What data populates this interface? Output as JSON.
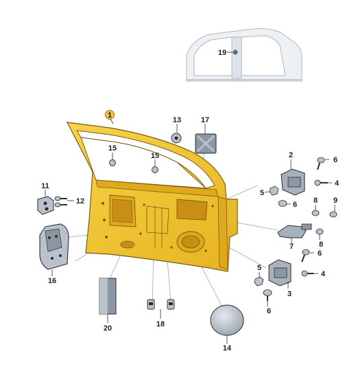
{
  "callouts": {
    "c1": "1",
    "c2": "2",
    "c3": "3",
    "c4a": "4",
    "c4b": "4",
    "c5a": "5",
    "c5b": "5",
    "c6a": "6",
    "c6b": "6",
    "c6c": "6",
    "c6d": "6",
    "c7": "7",
    "c8a": "8",
    "c8b": "8",
    "c9": "9",
    "c11": "11",
    "c12": "12",
    "c13": "13",
    "c14": "14",
    "c15a": "15",
    "c15b": "15",
    "c16": "16",
    "c17": "17",
    "c18": "18",
    "c19": "19",
    "c20": "20"
  },
  "colors": {
    "door_fill": "#f2c62a",
    "door_shade": "#e0a81c",
    "door_edge": "#7a5a10",
    "part_fill": "#b9c2cc",
    "part_shade": "#8c97a3",
    "hinge_fill": "#a7b1bc",
    "line": "#2b2b2b",
    "leader": "#9aa6b2"
  }
}
